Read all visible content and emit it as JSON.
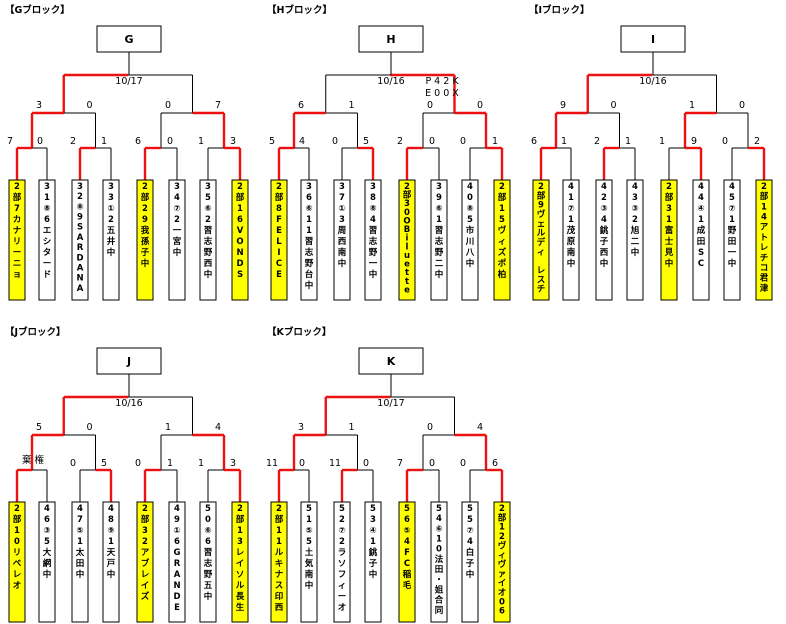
{
  "colors": {
    "win": "#ee1111",
    "line": "#000000",
    "yellow": "#ffff00",
    "white": "#ffffff"
  },
  "blocks": [
    {
      "label": "【Gブロック】",
      "name": "G",
      "date": "10/17",
      "note": [],
      "round2": [
        [
          "3",
          "0"
        ],
        [
          "0",
          "7"
        ]
      ],
      "round1": [
        [
          "7",
          "0"
        ],
        [
          "2",
          "1"
        ],
        [
          "6",
          "0"
        ],
        [
          "1",
          "3"
        ]
      ],
      "winners": {
        "r1": [
          0,
          0,
          0,
          1
        ],
        "r2": [
          0,
          1
        ],
        "final": 0
      },
      "teams": [
        {
          "name": "2部7カナリーニョ",
          "hl": true
        },
        {
          "name": "31⑧6エシタード",
          "hl": false
        },
        {
          "name": "32⑧9SARDANA",
          "hl": false
        },
        {
          "name": "33①2五井中",
          "hl": false
        },
        {
          "name": "2部29我孫子中",
          "hl": true
        },
        {
          "name": "34⑦2一宮中",
          "hl": false
        },
        {
          "name": "35⑥2習志野西中",
          "hl": false
        },
        {
          "name": "2部16VONDS",
          "hl": true
        }
      ]
    },
    {
      "label": "【Hブロック】",
      "name": "H",
      "date": "10/16",
      "note": [
        "P 4 2 K",
        "E 0 0 X"
      ],
      "round2": [
        [
          "6",
          "1"
        ],
        [
          "0",
          "0"
        ]
      ],
      "round1": [
        [
          "5",
          "4"
        ],
        [
          "0",
          "5"
        ],
        [
          "2",
          "0"
        ],
        [
          "0",
          "1"
        ]
      ],
      "winners": {
        "r1": [
          0,
          1,
          0,
          1
        ],
        "r2": [
          0,
          1
        ],
        "final": 1
      },
      "teams": [
        {
          "name": "2部8FELICE",
          "hl": true
        },
        {
          "name": "36⑥11習志野台中",
          "hl": false
        },
        {
          "name": "37①3周西南中",
          "hl": false
        },
        {
          "name": "38⑧4習志野一中",
          "hl": false
        },
        {
          "name": "2部30OBiluette",
          "hl": true
        },
        {
          "name": "39⑥1習志野二中",
          "hl": false
        },
        {
          "name": "40⑧5市川八中",
          "hl": false
        },
        {
          "name": "2部15ヴィズポ柏",
          "hl": true
        }
      ]
    },
    {
      "label": "【Iブロック】",
      "name": "I",
      "date": "10/16",
      "note": [],
      "round2": [
        [
          "9",
          "0"
        ],
        [
          "1",
          "0"
        ]
      ],
      "round1": [
        [
          "6",
          "1"
        ],
        [
          "2",
          "1"
        ],
        [
          "1",
          "9"
        ],
        [
          "0",
          "2"
        ]
      ],
      "winners": {
        "r1": [
          0,
          0,
          1,
          1
        ],
        "r2": [
          0,
          0
        ],
        "final": 0
      },
      "teams": [
        {
          "name": "2部9ヴェルディ レスチ",
          "hl": true
        },
        {
          "name": "41⑦1茂原南中",
          "hl": false
        },
        {
          "name": "42③4銚子西中",
          "hl": false
        },
        {
          "name": "43③2旭二中",
          "hl": false
        },
        {
          "name": "2部31富士見中",
          "hl": true
        },
        {
          "name": "44④1成田SC",
          "hl": false
        },
        {
          "name": "45⑦1野田一中",
          "hl": false
        },
        {
          "name": "2部14アトレチコ君津",
          "hl": true
        }
      ]
    },
    {
      "label": "【Jブロック】",
      "name": "J",
      "date": "10/16",
      "note": [
        "棄 権"
      ],
      "round2": [
        [
          "5",
          "0"
        ],
        [
          "1",
          "4"
        ]
      ],
      "round1": [
        [
          "",
          ""
        ],
        [
          "0",
          "5"
        ],
        [
          "0",
          "1"
        ],
        [
          "1",
          "3"
        ]
      ],
      "winners": {
        "r1": [
          0,
          1,
          0,
          1
        ],
        "r2": [
          0,
          1
        ],
        "final": 0
      },
      "teams": [
        {
          "name": "2部10リベレオ",
          "hl": true
        },
        {
          "name": "46③5大網中",
          "hl": false
        },
        {
          "name": "47⑤1太田中",
          "hl": false
        },
        {
          "name": "48⑨1天戸中",
          "hl": false
        },
        {
          "name": "2部32アブレイズ",
          "hl": true
        },
        {
          "name": "49①6GRANDE",
          "hl": false
        },
        {
          "name": "50⑥6習志野五中",
          "hl": false
        },
        {
          "name": "2部13レイソル長生",
          "hl": true
        }
      ]
    },
    {
      "label": "【Kブロック】",
      "name": "K",
      "date": "10/17",
      "note": [],
      "round2": [
        [
          "3",
          "1"
        ],
        [
          "0",
          "4"
        ]
      ],
      "round1": [
        [
          "11",
          "0"
        ],
        [
          "11",
          "0"
        ],
        [
          "7",
          "0"
        ],
        [
          "0",
          "6"
        ]
      ],
      "winners": {
        "r1": [
          0,
          0,
          0,
          1
        ],
        "r2": [
          0,
          1
        ],
        "final": 0
      },
      "teams": [
        {
          "name": "2部11ルキナス印西",
          "hl": true
        },
        {
          "name": "51⑤5土気南中",
          "hl": false
        },
        {
          "name": "52⑦2ラソフィーオ",
          "hl": false
        },
        {
          "name": "53④1銚子中",
          "hl": false
        },
        {
          "name": "56⑤4FC稲毛",
          "hl": true
        },
        {
          "name": "54⑥10法田・姐合同",
          "hl": false
        },
        {
          "name": "55⑦4白子中",
          "hl": false
        },
        {
          "name": "2部12ヴィヴァイオ06",
          "hl": true
        }
      ]
    }
  ]
}
